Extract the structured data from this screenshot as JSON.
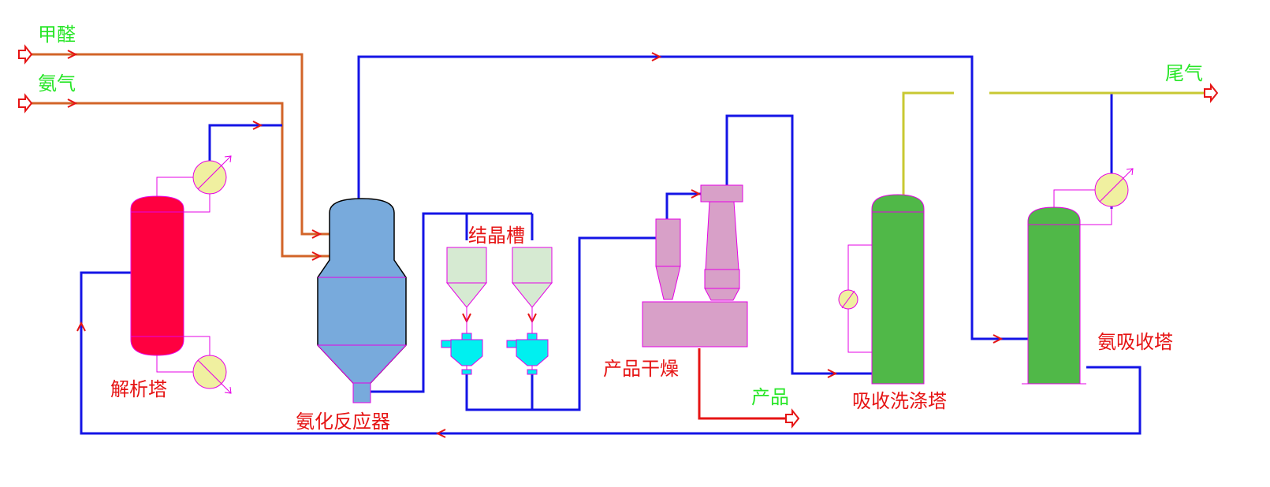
{
  "diagram": {
    "labels": {
      "formaldehyde": "甲醛",
      "ammonia": "氨气",
      "tail_gas": "尾气",
      "crystallizer": "结晶槽",
      "desorption_tower": "解析塔",
      "ammoniation_reactor": "氨化反应器",
      "product_dryer": "产品干燥",
      "product": "产品",
      "absorption_wash_tower": "吸收洗涤塔",
      "ammonia_absorption_tower": "氨吸收塔"
    },
    "colors": {
      "blue_line": "#1414e6",
      "orange_line": "#d26428",
      "yellow_line": "#c8c832",
      "red_line": "#e61414",
      "arrow_red": "#e61414",
      "green_text": "#28e628",
      "red_text": "#e61414",
      "desorption_tower": "#ff0040",
      "reactor": "#78aadc",
      "crystallizer": "#d6ead2",
      "filter": "#00f0f0",
      "dryer": "#d8a0c8",
      "green_tower": "#50b848",
      "exchanger": "#f0f0a0",
      "magenta": "#e600e6"
    }
  }
}
